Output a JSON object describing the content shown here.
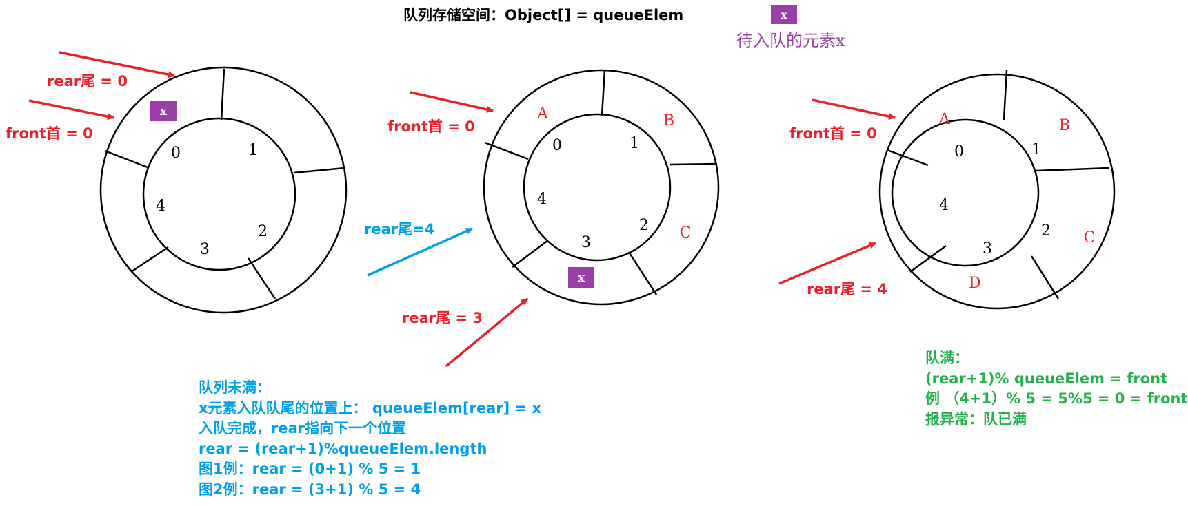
{
  "header": {
    "title": "队列存储空间：Object[]  = queueElem",
    "pending_box": "x",
    "pending_caption": "待入队的元素x"
  },
  "colors": {
    "red": "#e8202a",
    "blue": "#00a0e8",
    "green": "#22b24c",
    "purple": "#9a3fa8",
    "black": "#000000"
  },
  "diagram1": {
    "indices": [
      "0",
      "1",
      "2",
      "3",
      "4"
    ],
    "box_x": "x",
    "rear_label": "rear尾 = 0",
    "front_label": "front首 = 0"
  },
  "diagram2": {
    "indices": [
      "0",
      "1",
      "2",
      "3",
      "4"
    ],
    "letters": [
      "A",
      "B",
      "C"
    ],
    "box_x": "x",
    "front_label": "front首 = 0",
    "rear_new_label": "rear尾=4",
    "rear_old_label": "rear尾 = 3"
  },
  "diagram3": {
    "indices": [
      "0",
      "1",
      "2",
      "3",
      "4"
    ],
    "letters": [
      "A",
      "B",
      "C",
      "D"
    ],
    "front_label": "front首 = 0",
    "rear_label": "rear尾 = 4"
  },
  "notes_not_full": [
    "队列未满：",
    "x元素入队队尾的位置上： queueElem[rear] = x",
    "入队完成，rear指向下一个位置",
    "rear = (rear+1)%queueElem.length",
    "图1例：rear = (0+1) % 5 = 1",
    "图2例：rear = (3+1) % 5 = 4"
  ],
  "notes_full": [
    "队满：",
    "(rear+1)% queueElem = front",
    "例  （4+1）% 5 = 5%5 = 0 = front",
    "报异常：队已满"
  ]
}
